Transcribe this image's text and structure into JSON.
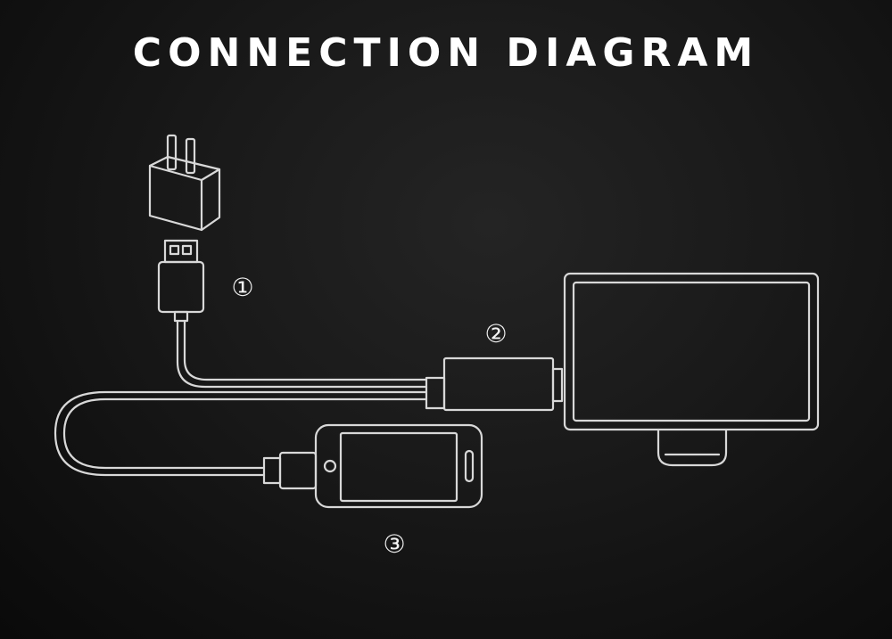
{
  "title": "CONNECTION DIAGRAM",
  "labels": {
    "one": "①",
    "two": "②",
    "three": "③"
  },
  "colors": {
    "background": "#141414",
    "stroke": "#d8d8d8",
    "title": "#ffffff"
  }
}
